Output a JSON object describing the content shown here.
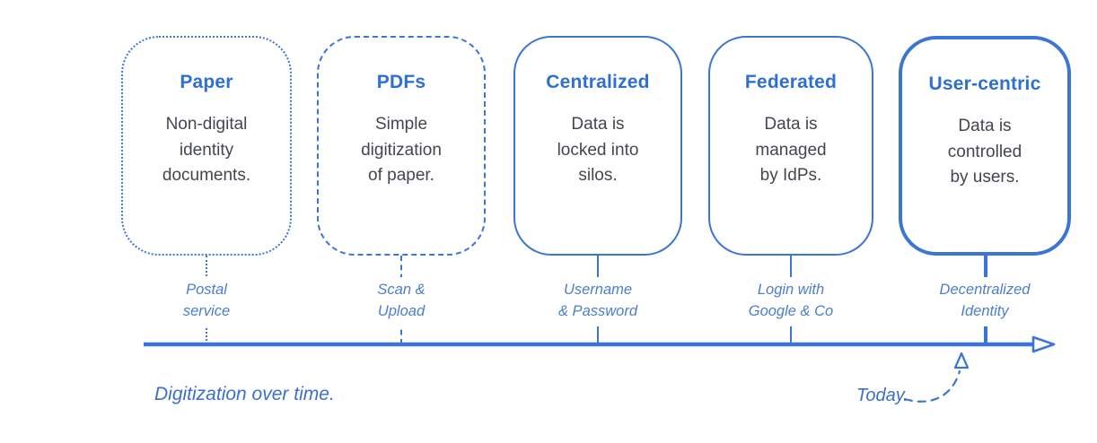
{
  "diagram": {
    "theme": {
      "accent_blue": "#3b76d4",
      "title_blue": "#2e6fd3",
      "label_blue": "#4b7ecb",
      "body_gray": "#43474d"
    },
    "stages": [
      {
        "title": "Paper",
        "body_lines": [
          "Non-digital",
          "identity",
          "documents."
        ],
        "label_lines": [
          "Postal",
          "service"
        ],
        "border": "dotted"
      },
      {
        "title": "PDFs",
        "body_lines": [
          "Simple",
          "digitization",
          "of paper."
        ],
        "label_lines": [
          "Scan &",
          "Upload"
        ],
        "border": "dashed"
      },
      {
        "title": "Centralized",
        "body_lines": [
          "Data is",
          "locked into",
          "silos."
        ],
        "label_lines": [
          "Username",
          "& Password"
        ],
        "border": "solid"
      },
      {
        "title": "Federated",
        "body_lines": [
          "Data is",
          "managed",
          "by IdPs."
        ],
        "label_lines": [
          "Login with",
          "Google & Co"
        ],
        "border": "solid"
      },
      {
        "title": "User-centric",
        "body_lines": [
          "Data is",
          "controlled",
          "by users."
        ],
        "label_lines": [
          "Decentralized",
          "Identity"
        ],
        "border": "solid-thick"
      }
    ],
    "timeline": {
      "caption": "Digitization over time.",
      "today_label": "Today."
    }
  }
}
